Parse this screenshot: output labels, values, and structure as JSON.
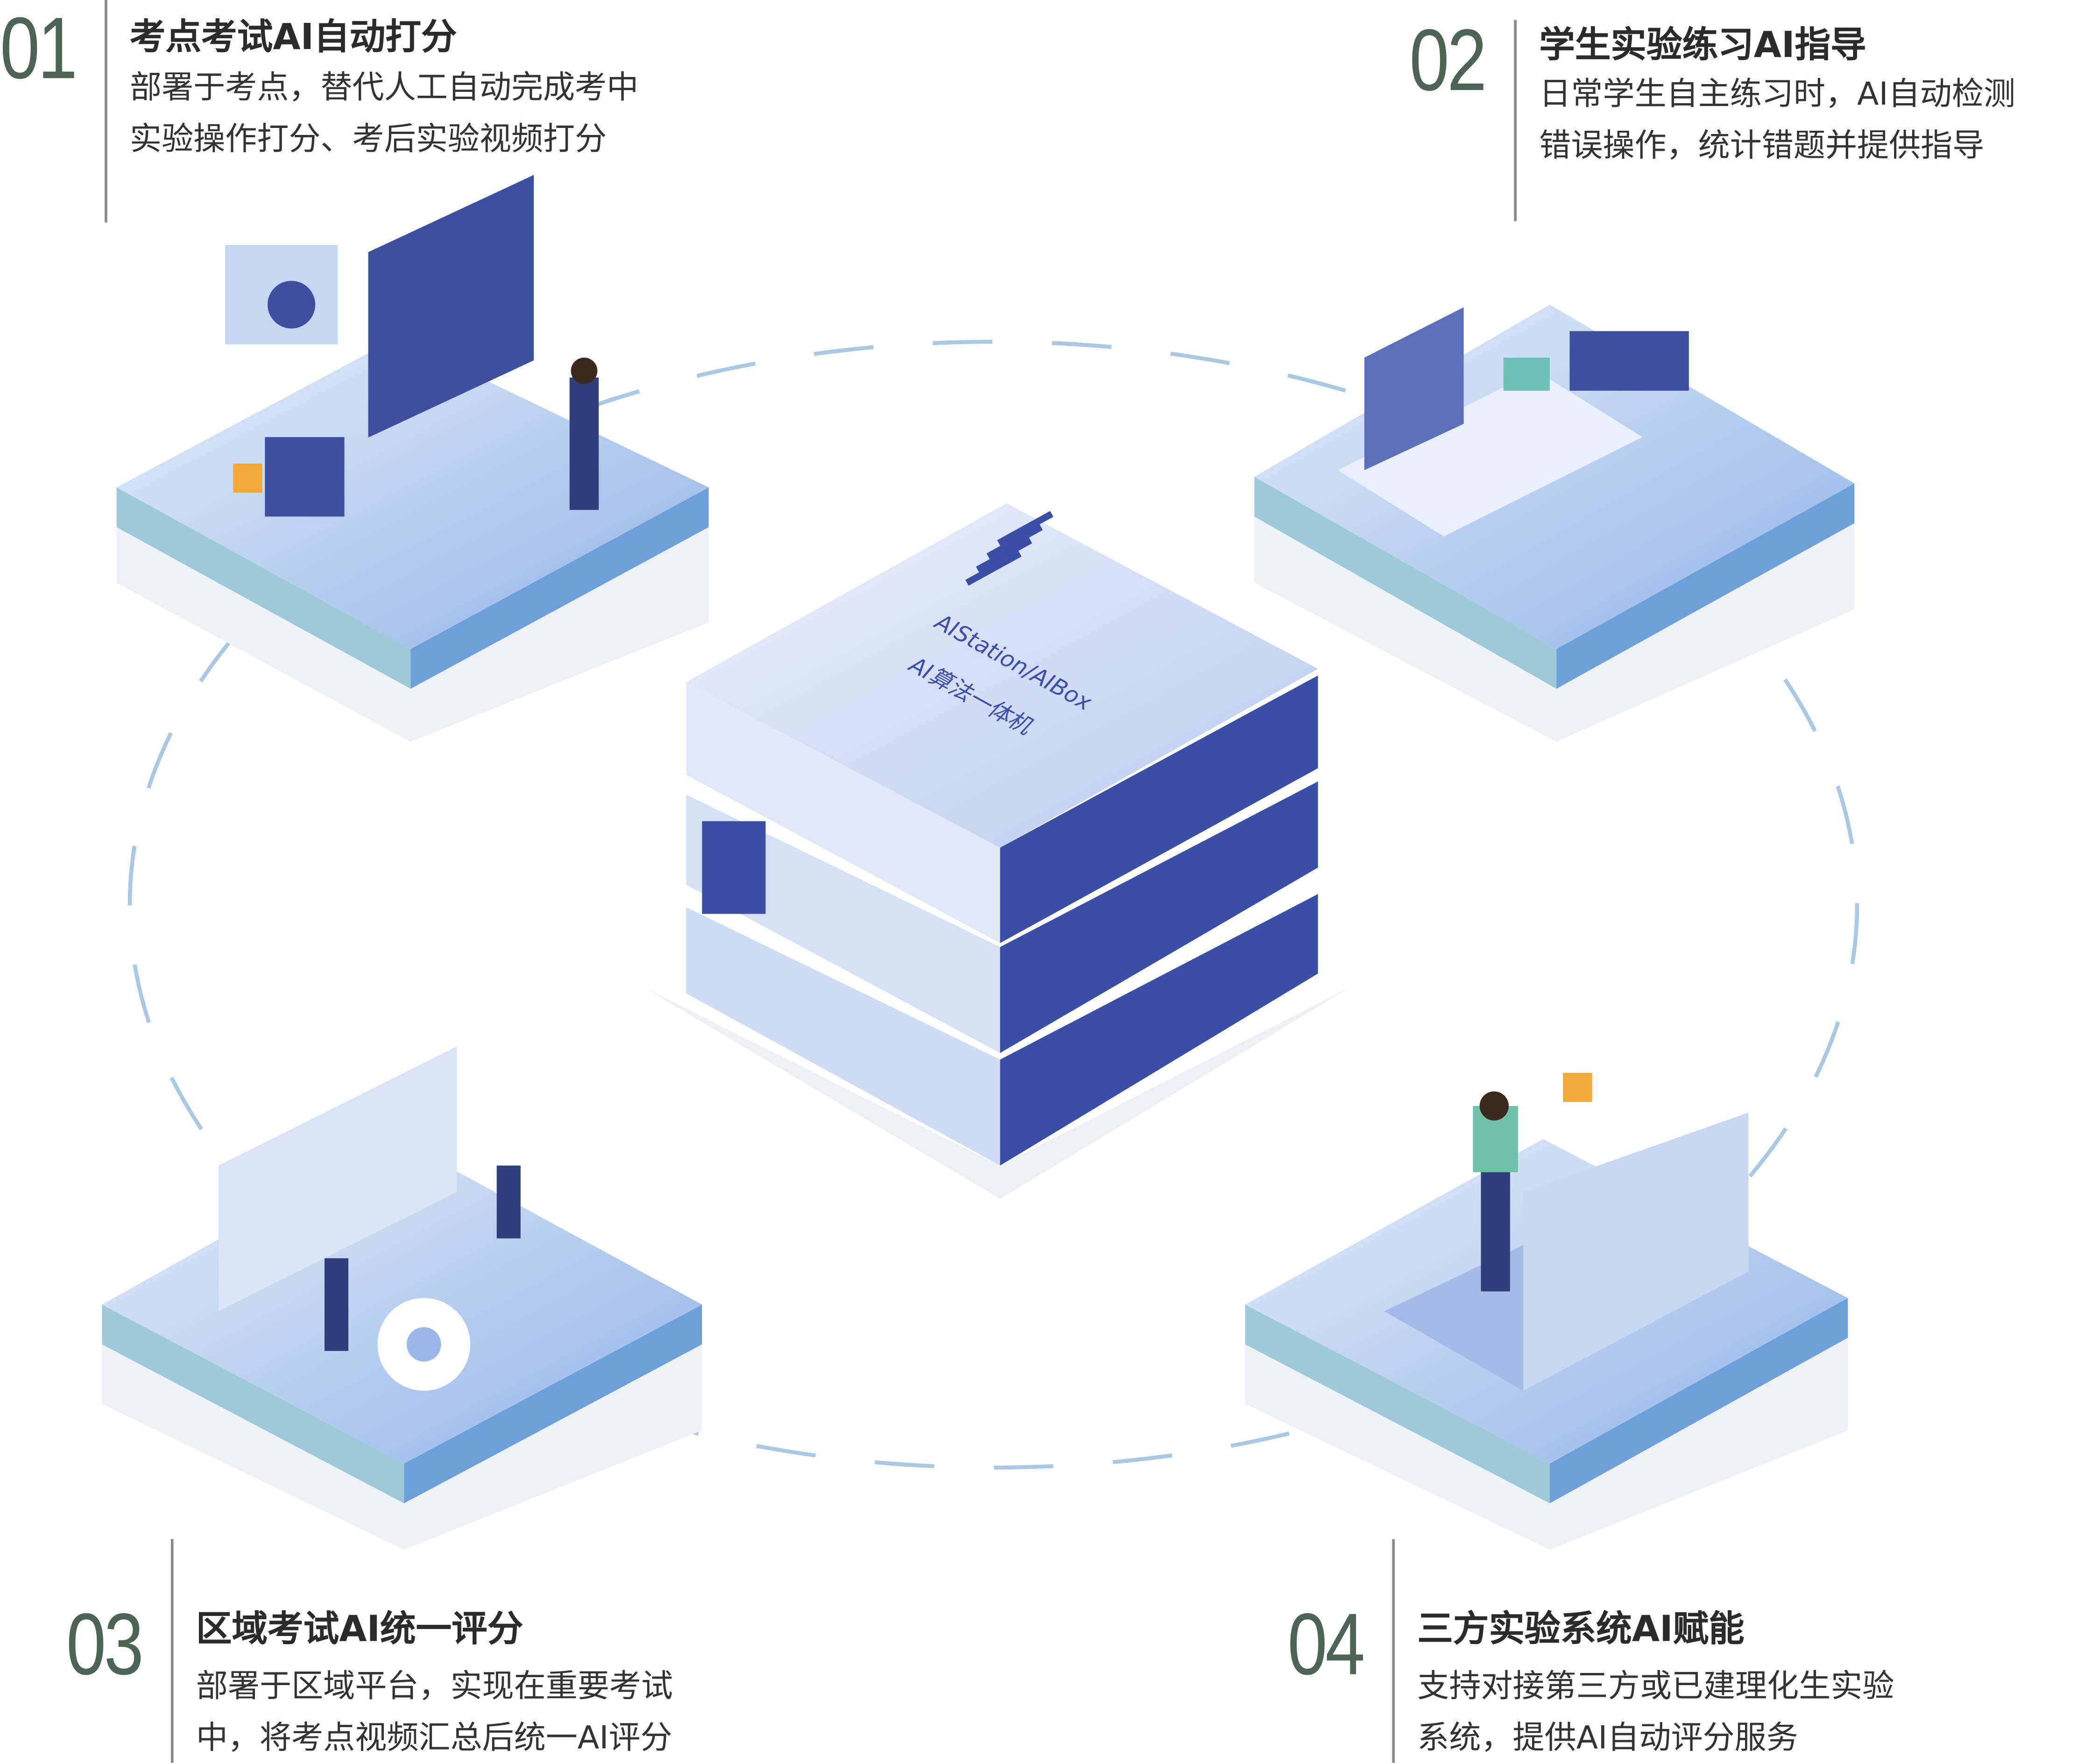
{
  "sections": [
    {
      "number": "01",
      "title": "考点考试AI自动打分",
      "desc": [
        "部署于考点，替代人工自动完成考中",
        "实验操作打分、考后实验视频打分"
      ]
    },
    {
      "number": "02",
      "title": "学生实验练习AI指导",
      "desc": [
        "日常学生自主练习时，AI自动检测",
        "错误操作，统计错题并提供指导"
      ]
    },
    {
      "number": "03",
      "title": "区域考试AI统一评分",
      "desc": [
        "部署于区域平台，实现在重要考试",
        "中，将考点视频汇总后统一AI评分"
      ]
    },
    {
      "number": "04",
      "title": "三方实验系统AI赋能",
      "desc": [
        "支持对接第三方或已建理化生实验",
        "系统，提供AI自动评分服务"
      ]
    }
  ],
  "server": {
    "label1": "AIStation/AIBox",
    "label2": "AI算法一体机"
  },
  "colors": {
    "number": "#4d6353",
    "platform": "#a9c6ec",
    "server_front": "#3b4ea6"
  }
}
